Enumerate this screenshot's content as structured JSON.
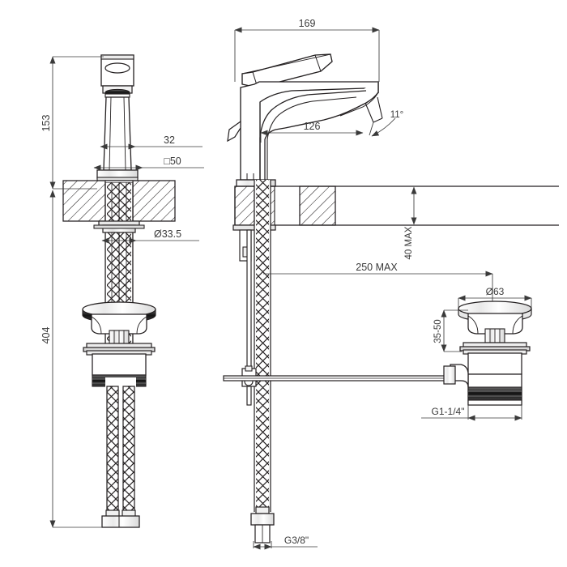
{
  "drawing": {
    "title": "Single-hole basin mixer tap with pop-up waste — technical dimension drawing",
    "type": "technical-line-drawing",
    "background_color": "#ffffff",
    "line_color": "#231f20",
    "dimension_color": "#3a3a3a",
    "units": "mm"
  },
  "views": {
    "front": {
      "name": "front-elevation-section",
      "label": ""
    },
    "side": {
      "name": "side-elevation",
      "label": ""
    },
    "waste": {
      "name": "pop-up-waste-detail",
      "label": ""
    }
  },
  "dimensions": {
    "height_total_front": "153",
    "spout_reach_total": "169",
    "spout_reach_inner": "126",
    "aerator_angle": "11°",
    "body_width": "32",
    "base_square": "□50",
    "hole_diameter": "Ø33.5",
    "overall_length": "404",
    "counter_thickness_max": "40 MAX",
    "hose_length_max": "250 MAX",
    "waste_cap_diameter": "Ø63",
    "waste_height_range": "35-50",
    "waste_thread": "G1-1/4\"",
    "supply_thread": "G3/8\""
  }
}
